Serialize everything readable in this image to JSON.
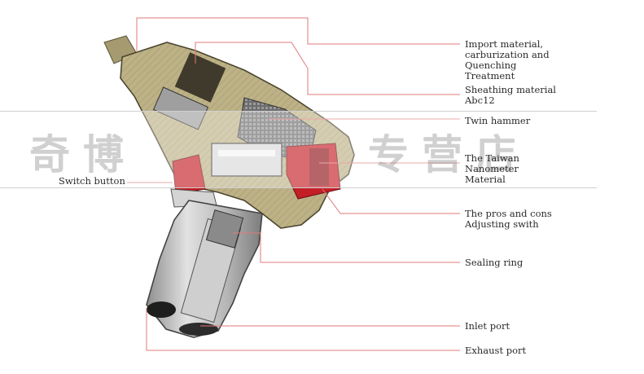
{
  "labels": {
    "import_material": "Import material,\ncarburization and\nQuenching\nTreatment",
    "sheathing_material": "Sheathing material\nAbc12",
    "twin_hammer": "Twin hammer",
    "taiwan_nanometer": "The Taiwan\nNanometer\nMaterial",
    "pros_cons": "The pros and cons\nAdjusting swith",
    "sealing_ring": "Sealing ring",
    "inlet_port": "Inlet port",
    "exhaust_port": "Exhaust port",
    "switch_button": "Switch button"
  },
  "watermark": {
    "left_text": "奇博",
    "right_text": "专营店"
  },
  "colors": {
    "leader_line": "#e07a7a",
    "body_fill": "#b9ae85",
    "red_part": "#c41e26",
    "grip_fill": "#bcbcbc"
  }
}
